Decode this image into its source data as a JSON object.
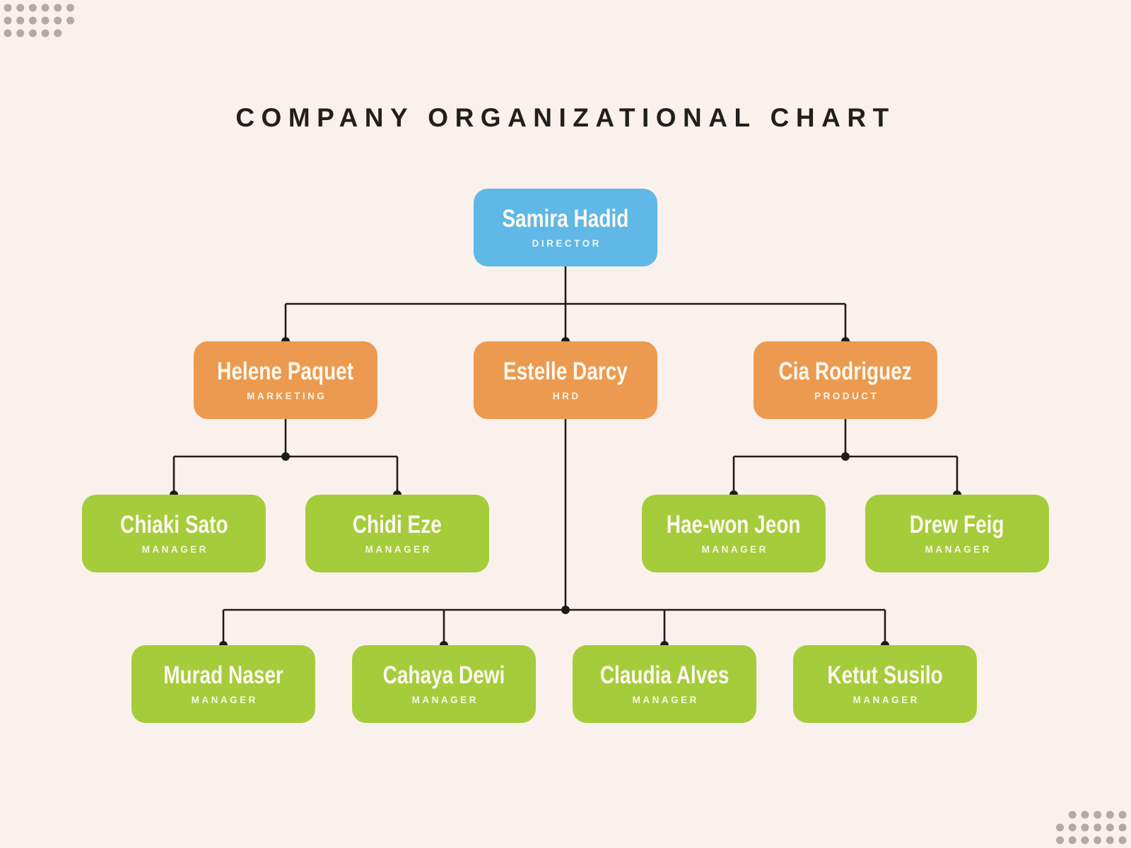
{
  "title": "COMPANY ORGANIZATIONAL CHART",
  "diagram_type": "organizational-chart",
  "colors": {
    "background": "#FBF1EC",
    "level1": "#5FB8E6",
    "level2": "#EC9A4F",
    "level3": "#A5CC3A",
    "connector": "#1E1C1A",
    "title_text": "#211F1E",
    "card_text": "#FCF8EF",
    "corner_dots": "#B5A9A6"
  },
  "org": {
    "root": {
      "name": "Samira Hadid",
      "role": "DIRECTOR"
    },
    "departments": [
      {
        "name": "Helene Paquet",
        "role": "MARKETING",
        "reports": [
          {
            "name": "Chiaki Sato",
            "role": "MANAGER"
          },
          {
            "name": "Chidi Eze",
            "role": "MANAGER"
          }
        ]
      },
      {
        "name": "Estelle Darcy",
        "role": "HRD",
        "reports": [
          {
            "name": "Murad Naser",
            "role": "MANAGER"
          },
          {
            "name": "Cahaya Dewi",
            "role": "MANAGER"
          },
          {
            "name": "Claudia Alves",
            "role": "MANAGER"
          },
          {
            "name": "Ketut Susilo",
            "role": "MANAGER"
          }
        ]
      },
      {
        "name": "Cia Rodriguez",
        "role": "PRODUCT",
        "reports": [
          {
            "name": "Hae-won Jeon",
            "role": "MANAGER"
          },
          {
            "name": "Drew Feig",
            "role": "MANAGER"
          }
        ]
      }
    ]
  }
}
